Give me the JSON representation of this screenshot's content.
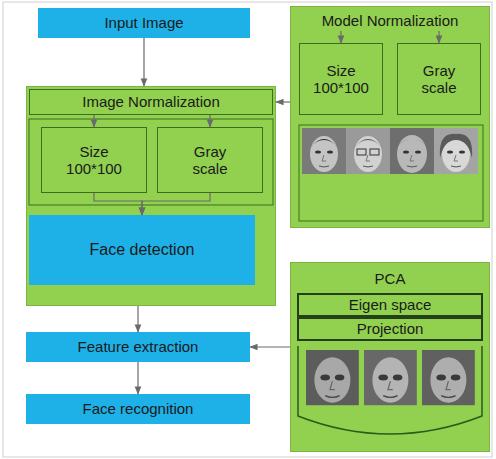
{
  "diagram": {
    "nodes": [
      {
        "text": [
          "Input Image"
        ]
      },
      {
        "text": [
          "Image Normalization"
        ]
      },
      {
        "text": [
          "Size 100*100"
        ],
        "in": 1
      },
      {
        "text": [
          "Gray scale"
        ],
        "in": 1
      },
      {
        "text": [
          "Face detection"
        ],
        "in": 1
      },
      {
        "text": [
          "Model Normalization"
        ]
      },
      {
        "text": [
          "Size 100*100"
        ],
        "in": 5
      },
      {
        "text": [
          "Gray scale"
        ],
        "in": 5
      },
      {
        "text": [
          "PCA"
        ]
      },
      {
        "text": [
          "Eigen space"
        ],
        "in": 8
      },
      {
        "text": [
          "Projection"
        ],
        "in": 8
      },
      {
        "text": [
          "Feature extraction"
        ]
      },
      {
        "text": [
          "Face recognition"
        ]
      }
    ],
    "edges": [
      {
        "from": 0,
        "to": 1,
        "arrow": "to"
      },
      {
        "from": 5,
        "to": 1,
        "arrow": "to"
      },
      {
        "from": 1,
        "to": 2,
        "arrow": "to"
      },
      {
        "from": 1,
        "to": 3,
        "arrow": "to"
      },
      {
        "from": 2,
        "to": 4,
        "arrow": "to"
      },
      {
        "from": 3,
        "to": 4,
        "arrow": "to"
      },
      {
        "from": 5,
        "to": 6,
        "arrow": "to"
      },
      {
        "from": 5,
        "to": 7,
        "arrow": "to"
      },
      {
        "from": 1,
        "to": 11,
        "arrow": "to"
      },
      {
        "from": 8,
        "to": 11,
        "arrow": "to"
      },
      {
        "from": 11,
        "to": 12,
        "arrow": "to"
      }
    ]
  }
}
